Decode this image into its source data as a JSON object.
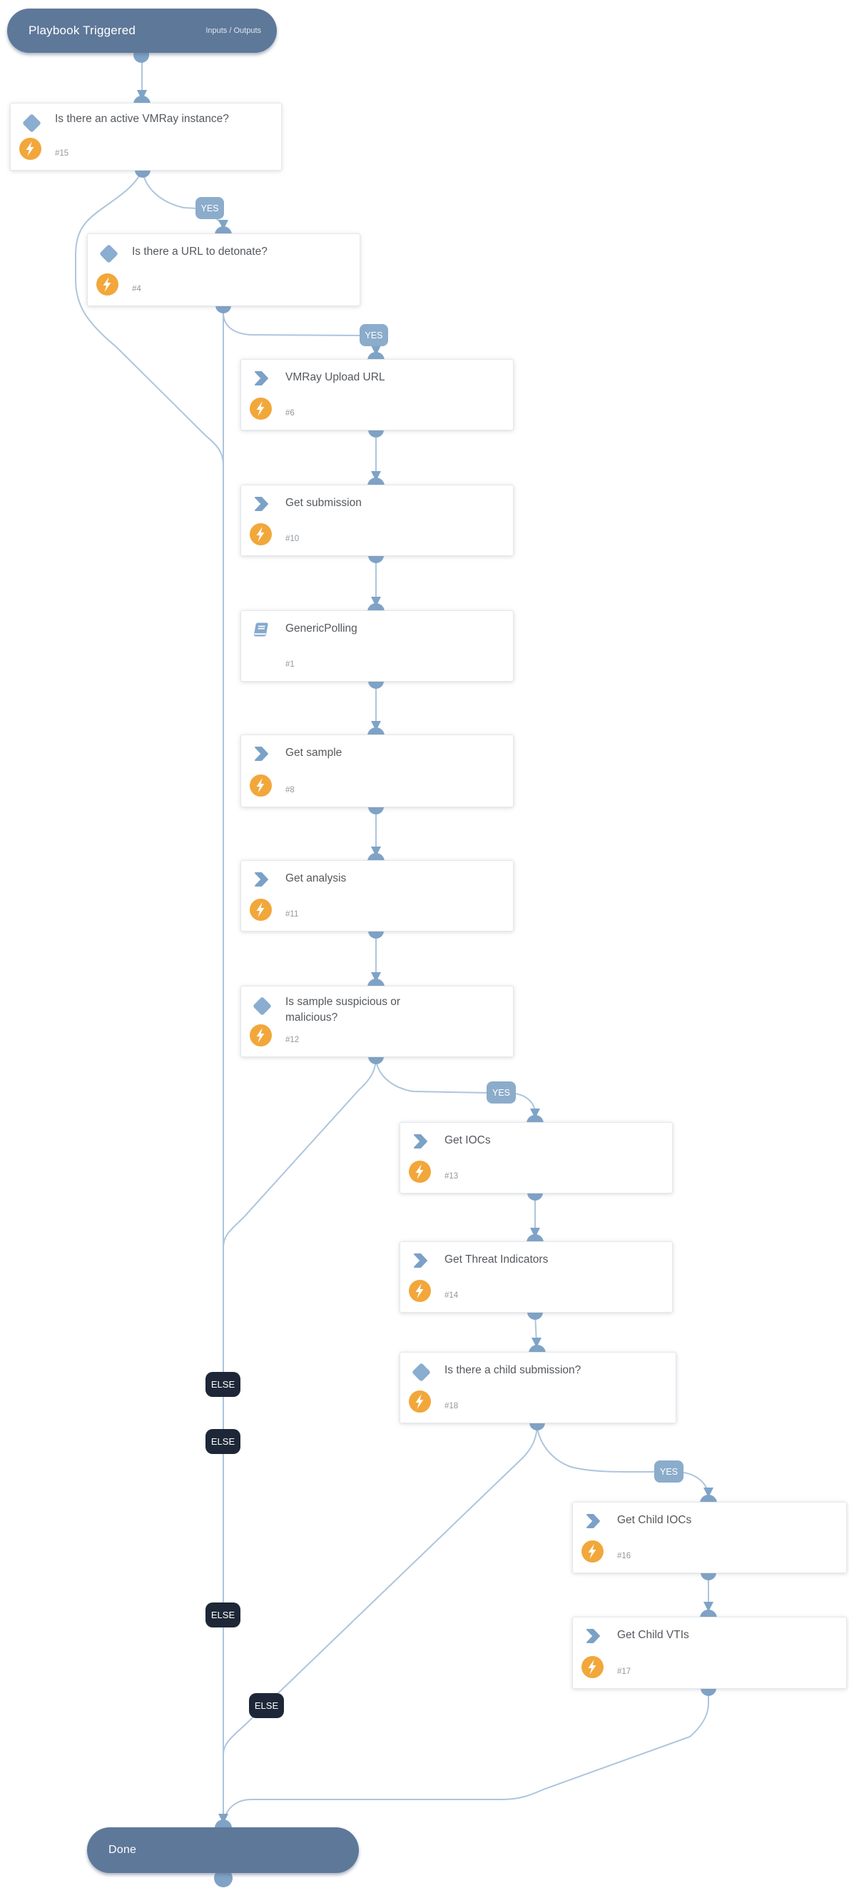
{
  "labels": {
    "yes": "YES",
    "else": "ELSE"
  },
  "start": {
    "title": "Playbook Triggered",
    "link": "Inputs / Outputs"
  },
  "end": {
    "title": "Done"
  },
  "colors": {
    "pill": "#5e7899",
    "edge": "#aec5dd",
    "connector": "#7fa3c7",
    "yes_badge": "#8caccb",
    "else_badge": "#1d2737",
    "condition_icon": "#8aadd0",
    "lightning": "#f2a73a",
    "card_text": "#54585d"
  },
  "nodes": {
    "cond_vmray": {
      "title": "Is there an active VMRay instance?",
      "id": "#15",
      "type": "condition"
    },
    "cond_url": {
      "title": "Is there a URL to detonate?",
      "id": "#4",
      "type": "condition"
    },
    "upload_url": {
      "title": "VMRay Upload URL",
      "id": "#6",
      "type": "command"
    },
    "get_submission": {
      "title": "Get submission",
      "id": "#10",
      "type": "command"
    },
    "generic_polling": {
      "title": "GenericPolling",
      "id": "#1",
      "type": "sub-playbook"
    },
    "get_sample": {
      "title": "Get sample",
      "id": "#8",
      "type": "command"
    },
    "get_analysis": {
      "title": "Get analysis",
      "id": "#11",
      "type": "command"
    },
    "cond_suspicious": {
      "title": "Is sample suspicious or malicious?",
      "id": "#12",
      "type": "condition"
    },
    "get_iocs": {
      "title": "Get IOCs",
      "id": "#13",
      "type": "command"
    },
    "get_threat_indicators": {
      "title": "Get Threat Indicators",
      "id": "#14",
      "type": "command"
    },
    "cond_child": {
      "title": "Is there a child submission?",
      "id": "#18",
      "type": "condition"
    },
    "get_child_iocs": {
      "title": "Get Child IOCs",
      "id": "#16",
      "type": "command"
    },
    "get_child_vtis": {
      "title": "Get Child VTIs",
      "id": "#17",
      "type": "command"
    }
  }
}
